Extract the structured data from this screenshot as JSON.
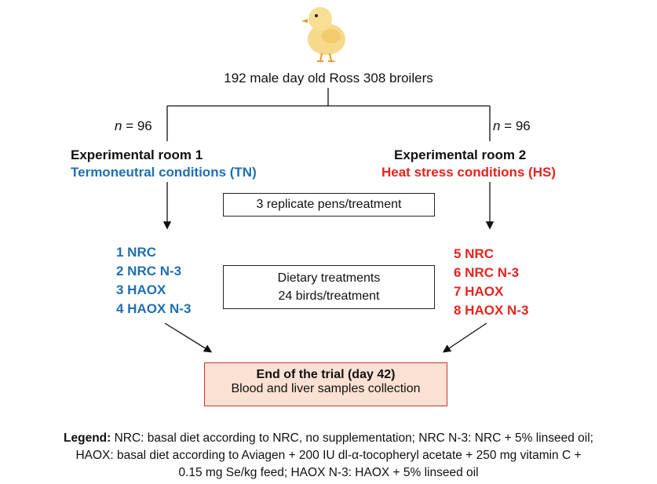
{
  "source": "192 male day old Ross 308 broilers",
  "branches": {
    "left": {
      "n": "96",
      "room": "Experimental room 1",
      "condition": "Termoneutral conditions (TN)",
      "treatments": [
        "1 NRC",
        "2 NRC N-3",
        "3 HAOX",
        "4 HAOX N-3"
      ]
    },
    "right": {
      "n": "96",
      "room": "Experimental room 2",
      "condition": "Heat stress conditions (HS)",
      "treatments": [
        "5 NRC",
        "6 NRC N-3",
        "7 HAOX",
        "8 HAOX N-3"
      ]
    }
  },
  "n_prefix": "n",
  "n_eq": " = ",
  "replicates": "3 replicate pens/treatment",
  "dietary": {
    "line1": "Dietary treatments",
    "line2": "24 birds/treatment"
  },
  "end": {
    "title": "End of the trial (day 42)",
    "subtitle": "Blood and liver samples collection"
  },
  "legend": {
    "label": "Legend:",
    "line1": " NRC: basal diet according to NRC, no supplementation; NRC N-3: NRC + 5% linseed oil;",
    "line2": "HAOX: basal diet according to Aviagen + 200 IU dl-α-tocopheryl acetate + 250 mg vitamin C +",
    "line3": "0.15 mg Se/kg feed; HAOX N-3: HAOX + 5% linseed oil"
  },
  "colors": {
    "tn": "#1f6fb2",
    "hs": "#e8231d",
    "end_fill": "#fbe1d3"
  },
  "icons": [
    "chick-icon"
  ]
}
